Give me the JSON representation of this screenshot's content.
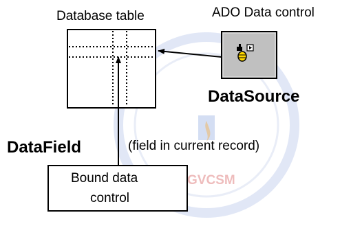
{
  "labels": {
    "database_table": "Database table",
    "ado_data_control": "ADO Data control",
    "datasource": "DataSource",
    "datafield": "DataField",
    "field_note": "(field in current record)",
    "bound_line1": "Bound data",
    "bound_line2": "control"
  },
  "watermark": {
    "text": "RGVCSM"
  },
  "colors": {
    "ink": "#000000",
    "control_face": "#c0c0c0",
    "icon_yellow": "#ffd800",
    "watermark": "#7d97cf",
    "watermark_text": "#e8a0a0"
  }
}
